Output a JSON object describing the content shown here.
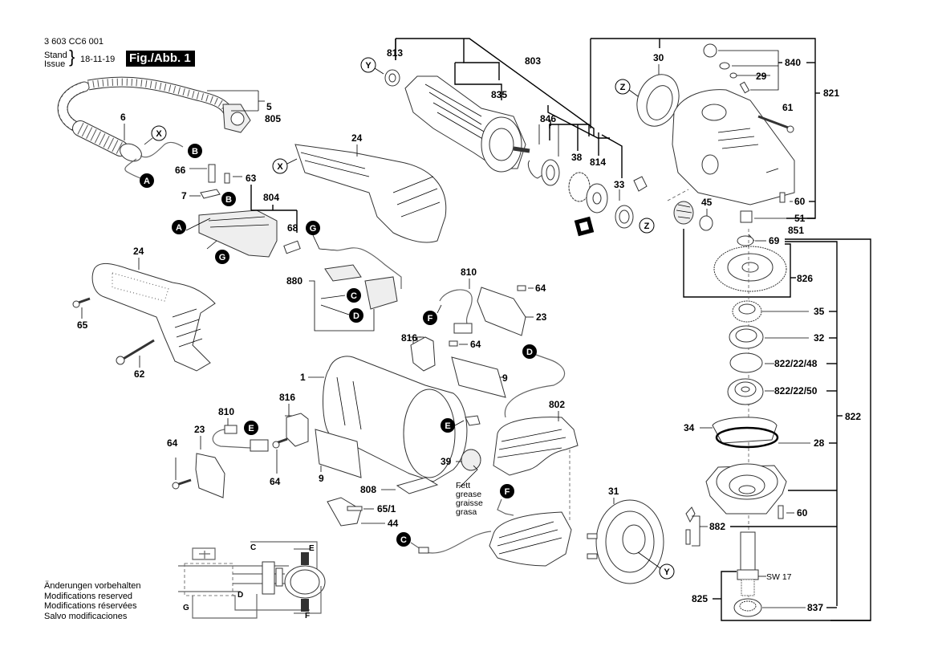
{
  "header": {
    "document_number": "3 603 CC6 001",
    "stand_label": "Stand",
    "issue_label": "Issue",
    "issue_date": "18-11-19",
    "figure_label": "Fig./Abb. 1"
  },
  "notes": [
    "Änderungen vorbehalten",
    "Modifications reserved",
    "Modifications réservées",
    "Salvo modificaciones"
  ],
  "connectors": {
    "A": "A",
    "B": "B",
    "C": "C",
    "D": "D",
    "E": "E",
    "F": "F",
    "G": "G",
    "X": "X",
    "Y": "Y",
    "Z": "Z"
  },
  "grease_note": [
    "Fett",
    "grease",
    "graisse",
    "grasa"
  ],
  "spindle_note": "SW 17",
  "parts": {
    "p5": "5",
    "p805": "805",
    "p6": "6",
    "p66": "66",
    "p63": "63",
    "p7": "7",
    "p804": "804",
    "p68": "68",
    "p880": "880",
    "p24a": "24",
    "p24b": "24",
    "p65": "65",
    "p62": "62",
    "p813": "813",
    "p803": "803",
    "p835": "835",
    "p846": "846",
    "p38": "38",
    "p814": "814",
    "p33": "33",
    "p30": "30",
    "p840": "840",
    "p29": "29",
    "p821": "821",
    "p61": "61",
    "p60a": "60",
    "p51": "51",
    "p45": "45",
    "p851": "851",
    "p69": "69",
    "p826": "826",
    "p35": "35",
    "p32": "32",
    "p822_22_48": "822/22/48",
    "p822_22_50": "822/22/50",
    "p822": "822",
    "p34": "34",
    "p28": "28",
    "p60b": "60",
    "p882": "882",
    "p825": "825",
    "p837": "837",
    "p810a": "810",
    "p64a": "64",
    "p23a": "23",
    "p816a": "816",
    "p64b": "64",
    "p9a": "9",
    "p1": "1",
    "p802": "802",
    "p816b": "816",
    "p810b": "810",
    "p23b": "23",
    "p64c": "64",
    "p64d": "64",
    "p9b": "9",
    "p39": "39",
    "p808": "808",
    "p65_1": "65/1",
    "p44": "44",
    "p31": "31"
  },
  "wiring": {
    "C": "C",
    "D": "D",
    "E": "E",
    "F": "F",
    "G": "G"
  }
}
